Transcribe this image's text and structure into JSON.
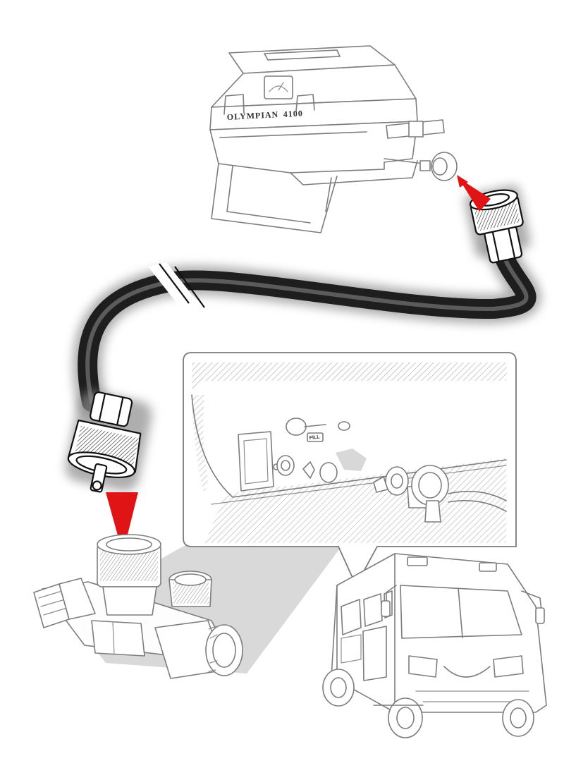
{
  "diagram": {
    "grill": {
      "brand_label": "OLYMPIAN",
      "model_label": "4100"
    },
    "panel": {
      "fill_label": "FILL"
    },
    "colors": {
      "arrow": "#e01414",
      "hose": "#1e1e1e",
      "line_art": "#7d7d7d",
      "projection": "#d2d2d2"
    },
    "icons": [
      "grill-icon",
      "hose-icon",
      "quick-connect-icon",
      "tee-fitting-icon",
      "motorhome-icon",
      "lp-panel-icon"
    ]
  }
}
